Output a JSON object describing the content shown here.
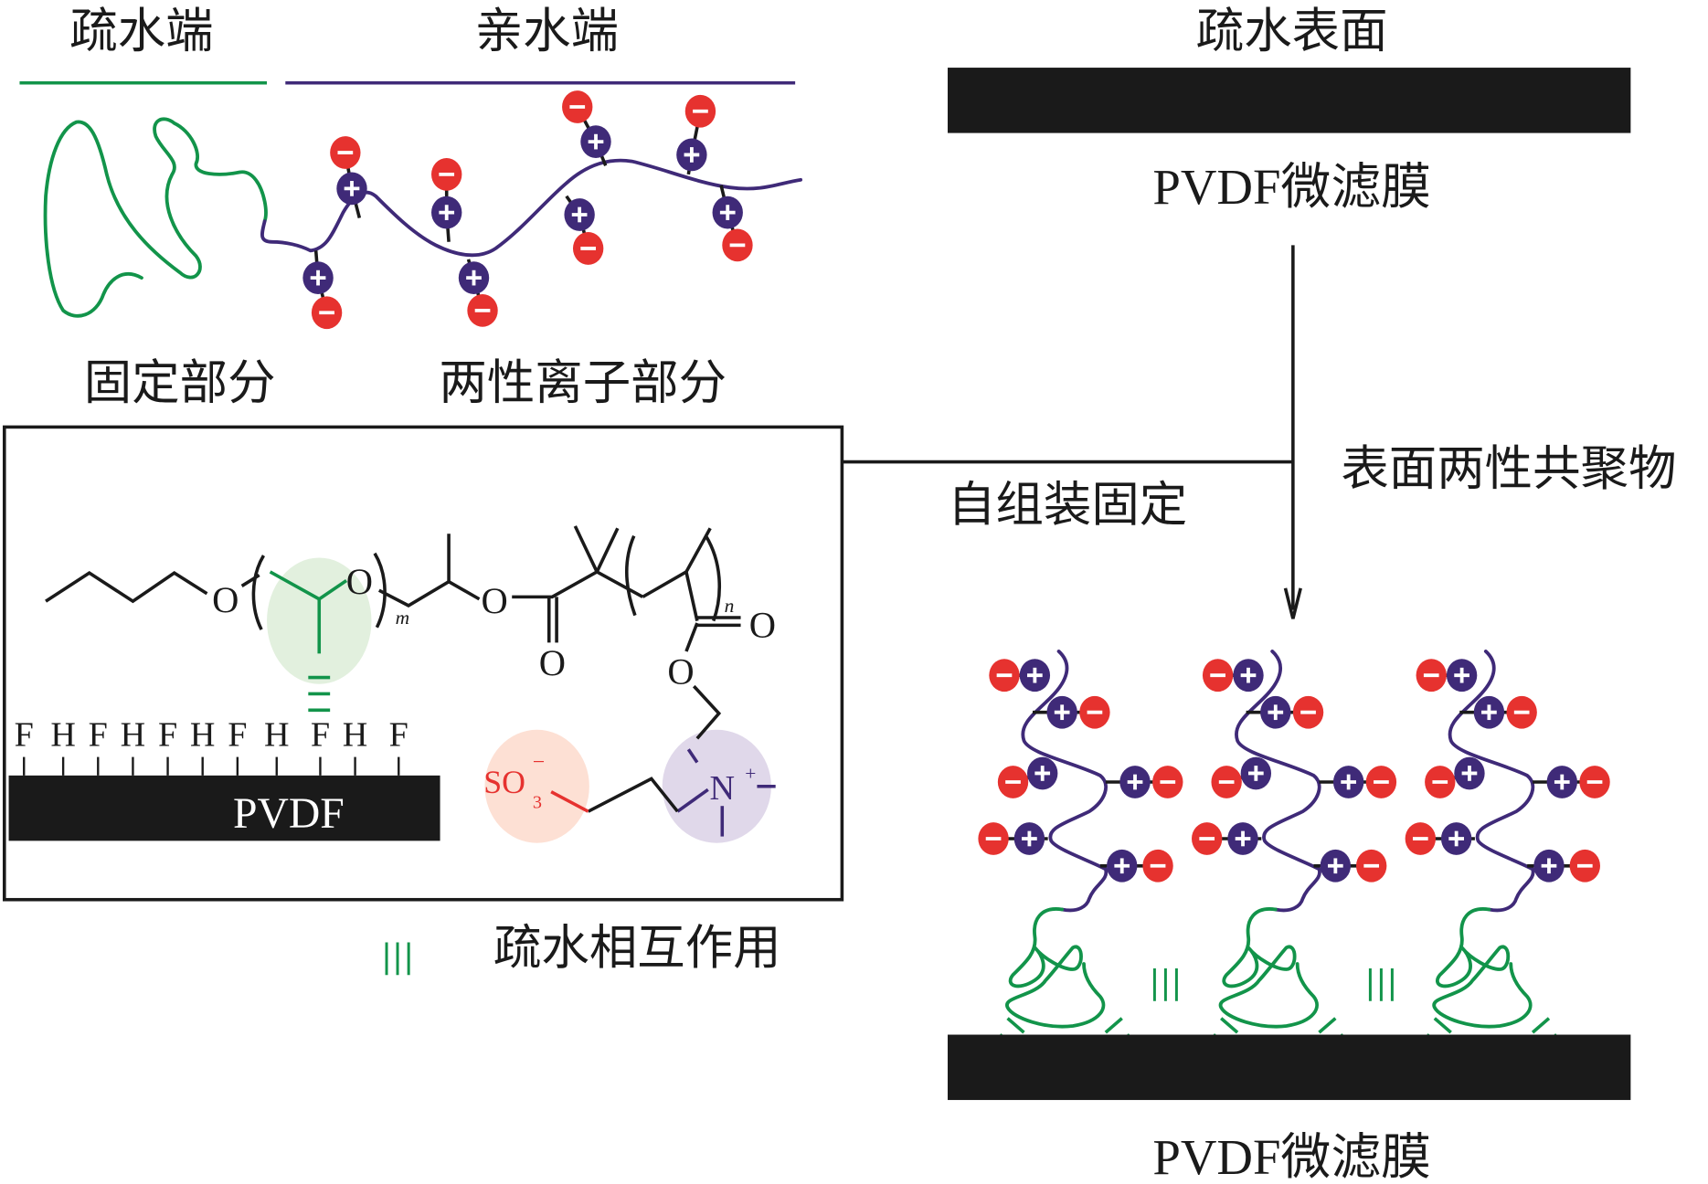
{
  "top_left": {
    "hydrophobic_end_label": "疏水端",
    "hydrophilic_end_label": "亲水端",
    "anchor_part_label": "固定部分",
    "zwitterion_part_label": "两性离子部分"
  },
  "top_right": {
    "surface_label": "疏水表面",
    "membrane_label": "PVDF微滤膜"
  },
  "process": {
    "step_label": "表面两性共聚物",
    "assembly_label": "自组装固定"
  },
  "structure_box": {
    "atom_O": "O",
    "subscript_m": "m",
    "subscript_n": "n",
    "pvdf_atoms": [
      "F",
      "H",
      "F",
      "H",
      "F",
      "H",
      "F",
      "H",
      "F",
      "H",
      "F"
    ],
    "pvdf_label": "PVDF",
    "sulfonate": "SO",
    "sulfonate_sub": "3",
    "sulfonate_charge": "−",
    "ammonium": "N",
    "ammonium_charge": "+"
  },
  "legend": {
    "symbol": "|||",
    "label": "疏水相互作用"
  },
  "bottom_right": {
    "membrane_label": "PVDF微滤膜",
    "interaction_symbol": "|||"
  },
  "colors": {
    "hydrophobic": "#12944a",
    "hydrophilic": "#3f2a78",
    "negative": "#e6322f",
    "positive": "#3f2a78",
    "membrane": "#1a1a1a"
  }
}
